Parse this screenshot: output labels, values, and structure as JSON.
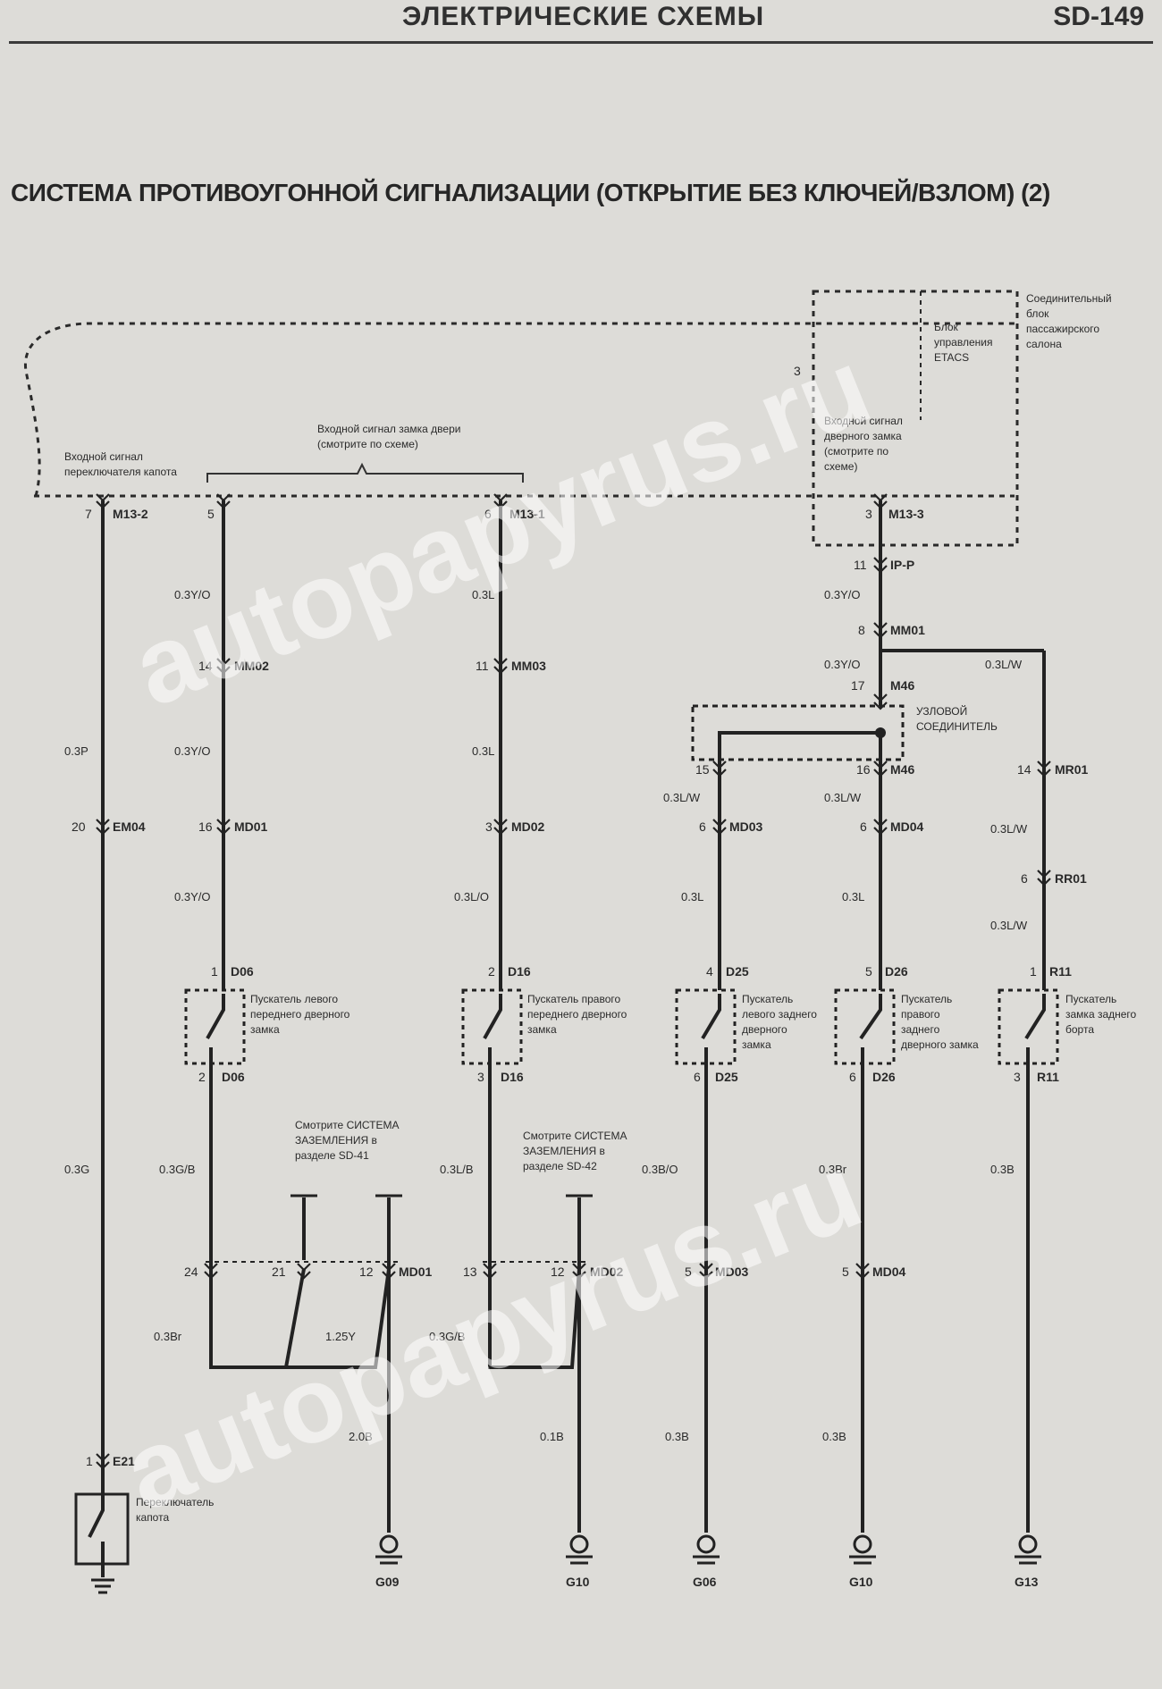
{
  "header": {
    "section_title": "ЭЛЕКТРИЧЕСКИЕ СХЕМЫ",
    "page_number": "SD-149"
  },
  "diagram_title": "СИСТЕМА ПРОТИВОУГОННОЙ СИГНАЛИЗАЦИИ (ОТКРЫТИЕ БЕЗ КЛЮЧЕЙ/ВЗЛОМ) (2)",
  "watermark": "autopapyrus.ru",
  "labels": {
    "hood_input": [
      "Входной сигнал",
      "переключателя капота"
    ],
    "door_input": [
      "Входной сигнал замка двери",
      "(смотрите по схеме)"
    ],
    "etacs": [
      "Блок",
      "управления",
      "ETACS"
    ],
    "pass_box": [
      "Соединительный",
      "блок",
      "пассажирского",
      "салона"
    ],
    "door_input_right": [
      "Входной сигнал",
      "дверного замка",
      "(смотрите по",
      "схеме)"
    ],
    "joint": [
      "УЗЛОВОЙ",
      "СОЕДИНИТЕЛЬ"
    ],
    "sw_fl": [
      "Пускатель левого",
      "переднего дверного",
      "замка"
    ],
    "sw_fr": [
      "Пускатель правого",
      "переднего дверного",
      "замка"
    ],
    "sw_rl": [
      "Пускатель",
      "левого заднего",
      "дверного",
      "замка"
    ],
    "sw_rr": [
      "Пускатель",
      "правого",
      "заднего",
      "дверного замка"
    ],
    "sw_trunk": [
      "Пускатель",
      "замка заднего",
      "борта"
    ],
    "ground_ref_1": [
      "Смотрите СИСТЕМА",
      "ЗАЗЕМЛЕНИЯ в",
      "разделе SD-41"
    ],
    "ground_ref_2": [
      "Смотрите СИСТЕМА",
      "ЗАЗЕМЛЕНИЯ в",
      "разделе SD-42"
    ],
    "hood_switch": [
      "Переключатель",
      "капота"
    ]
  },
  "connectors": {
    "m13_2": "M13-2",
    "m13_1": "M13-1",
    "m13_3": "M13-3",
    "ip_p": "IP-P",
    "mm01": "MM01",
    "mm02": "MM02",
    "mm03": "MM03",
    "m46": "M46",
    "em04": "EM04",
    "md01": "MD01",
    "md02": "MD02",
    "md03": "MD03",
    "md04": "MD04",
    "mr01": "MR01",
    "rr01": "RR01",
    "d06": "D06",
    "d16": "D16",
    "d25": "D25",
    "d26": "D26",
    "r11": "R11",
    "e21": "E21"
  },
  "pins": {
    "p7": "7",
    "p5": "5",
    "p6": "6",
    "p3": "3",
    "p11": "11",
    "p8": "8",
    "p17": "17",
    "p14": "14",
    "p15": "15",
    "p16": "16",
    "p20": "20",
    "p4": "4",
    "p2": "2",
    "p1": "1",
    "p24": "24",
    "p21": "21",
    "p12": "12",
    "p13": "13"
  },
  "wires": {
    "w03yo": "0.3Y/O",
    "w03l": "0.3L",
    "w03p": "0.3P",
    "w03lw": "0.3L/W",
    "w03lo": "0.3L/O",
    "w03g": "0.3G",
    "w03gb": "0.3G/B",
    "w03lb": "0.3L/B",
    "w03bo": "0.3B/O",
    "w03br": "0.3Br",
    "w03b": "0.3B",
    "w125y": "1.25Y",
    "w20b": "2.0B",
    "w01b": "0.1B"
  },
  "grounds": {
    "g09": "G09",
    "g10": "G10",
    "g06": "G06",
    "g13": "G13"
  }
}
